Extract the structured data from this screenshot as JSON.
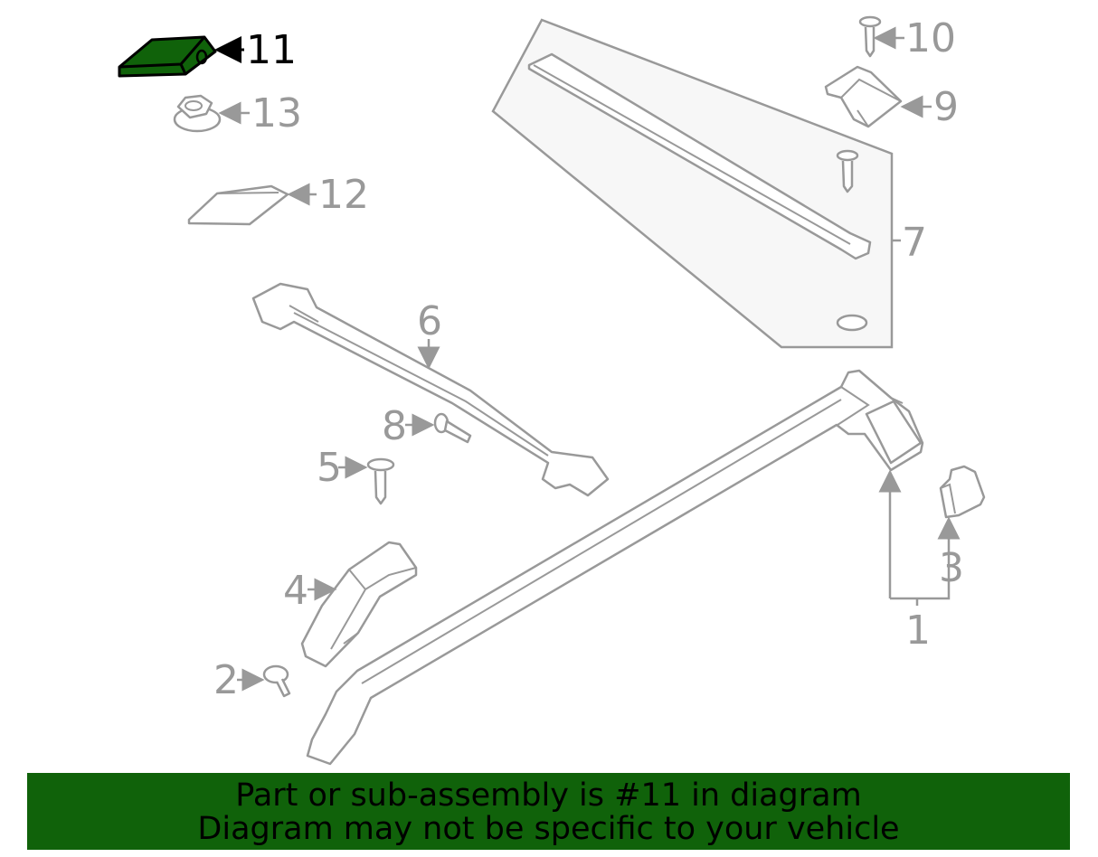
{
  "diagram": {
    "highlight_color": "#10620a",
    "callouts": [
      {
        "number": "11",
        "highlighted": true
      },
      {
        "number": "13"
      },
      {
        "number": "12"
      },
      {
        "number": "10"
      },
      {
        "number": "9"
      },
      {
        "number": "7"
      },
      {
        "number": "6"
      },
      {
        "number": "8"
      },
      {
        "number": "5"
      },
      {
        "number": "4"
      },
      {
        "number": "3"
      },
      {
        "number": "2"
      },
      {
        "number": "1"
      }
    ]
  },
  "banner": {
    "line1": "Part or sub-assembly is #11 in diagram",
    "line2": "Diagram may not be specific to your vehicle"
  }
}
